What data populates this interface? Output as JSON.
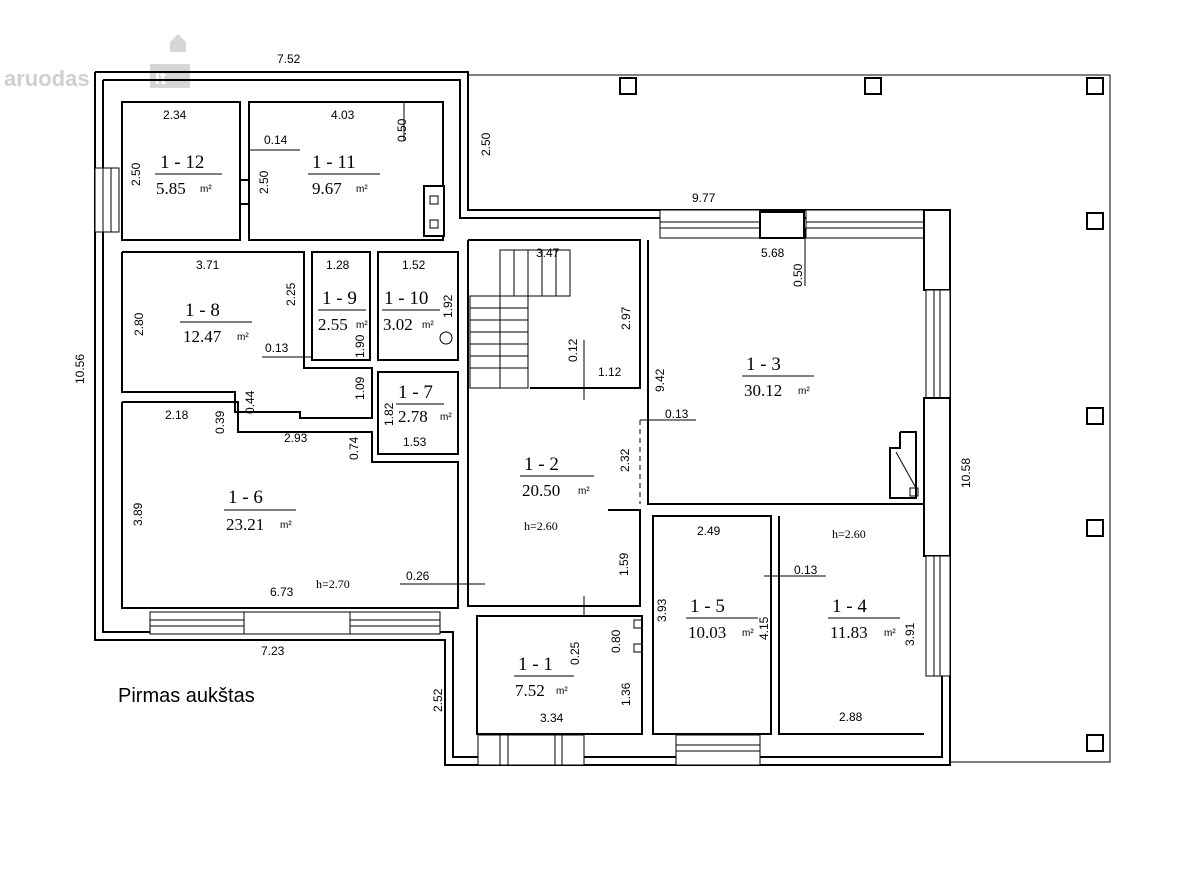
{
  "watermark": {
    "text": "aruodas",
    "suffix": "lt"
  },
  "floor_title": "Pirmas aukštas",
  "rooms": [
    {
      "id": "1 - 12",
      "area": "5.85",
      "unit": "m²"
    },
    {
      "id": "1 - 11",
      "area": "9.67",
      "unit": "m²"
    },
    {
      "id": "1 - 8",
      "area": "12.47",
      "unit": "m²"
    },
    {
      "id": "1 - 9",
      "area": "2.55",
      "unit": "m²"
    },
    {
      "id": "1 - 10",
      "area": "3.02",
      "unit": "m²"
    },
    {
      "id": "1 - 7",
      "area": "2.78",
      "unit": "m²"
    },
    {
      "id": "1 - 6",
      "area": "23.21",
      "unit": "m²"
    },
    {
      "id": "1 - 2",
      "area": "20.50",
      "unit": "m²"
    },
    {
      "id": "1 - 3",
      "area": "30.12",
      "unit": "m²"
    },
    {
      "id": "1 - 5",
      "area": "10.03",
      "unit": "m²"
    },
    {
      "id": "1 - 4",
      "area": "11.83",
      "unit": "m²"
    },
    {
      "id": "1 - 1",
      "area": "7.52",
      "unit": "m²"
    }
  ],
  "heights": [
    "h=2.60",
    "h=2.60",
    "h=2.70"
  ],
  "dimensions": [
    "7.52",
    "2.34",
    "4.03",
    "0.50",
    "0.14",
    "2.50",
    "2.50",
    "2.50",
    "9.77",
    "3.71",
    "1.28",
    "1.52",
    "2.25",
    "1.92",
    "3.47",
    "5.68",
    "0.50",
    "2.80",
    "2.97",
    "0.13",
    "1.90",
    "0.12",
    "1.12",
    "9.42",
    "1.09",
    "0.44",
    "10.56",
    "1.82",
    "2.18",
    "0.39",
    "2.93",
    "0.74",
    "1.53",
    "0.13",
    "2.32",
    "10.58",
    "3.89",
    "6.73",
    "0.26",
    "2.49",
    "0.13",
    "1.59",
    "3.93",
    "4.15",
    "3.91",
    "7.23",
    "0.25",
    "0.80",
    "2.52",
    "1.36",
    "3.34",
    "2.88"
  ]
}
